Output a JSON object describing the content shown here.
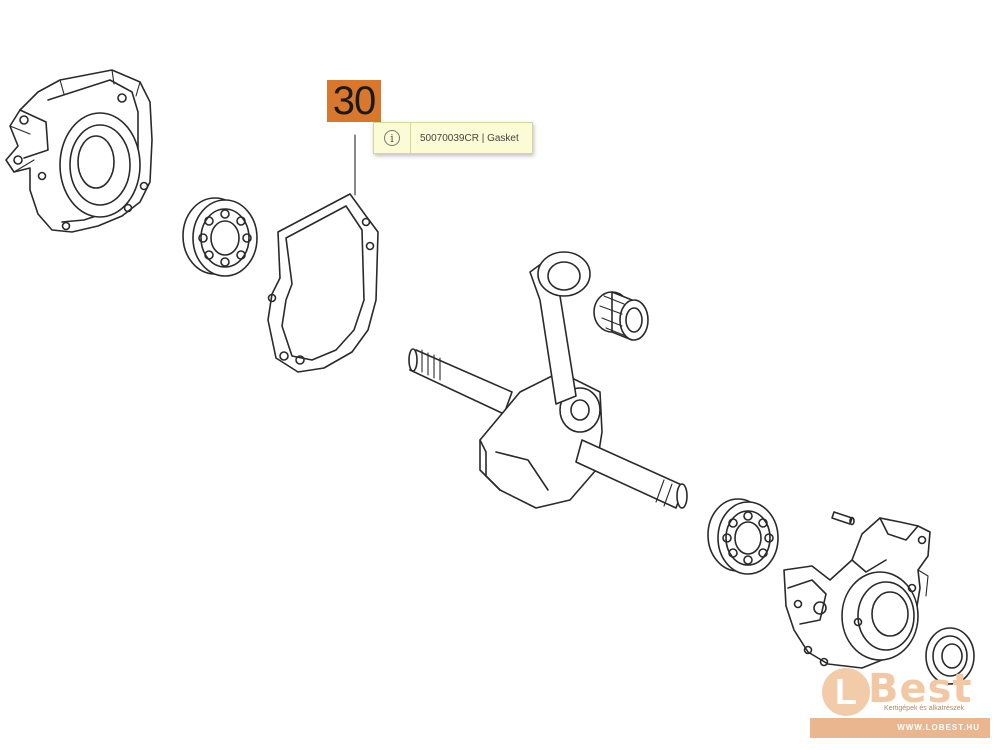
{
  "callout": {
    "number": "30"
  },
  "tooltip": {
    "icon": "info-icon",
    "text": "50070039CR | Gasket"
  },
  "watermark": {
    "mark": "L",
    "brand": "Best",
    "tagline": "Kertigépek és alkatrészek",
    "url": "WWW.LOBEST.HU",
    "colors": {
      "brand": "#f2c8a4",
      "bar": "#eab690"
    }
  },
  "colors": {
    "callout_bg": "#d9772d",
    "tooltip_bg": "#fbfbd6",
    "line": "#2a2a2a"
  }
}
